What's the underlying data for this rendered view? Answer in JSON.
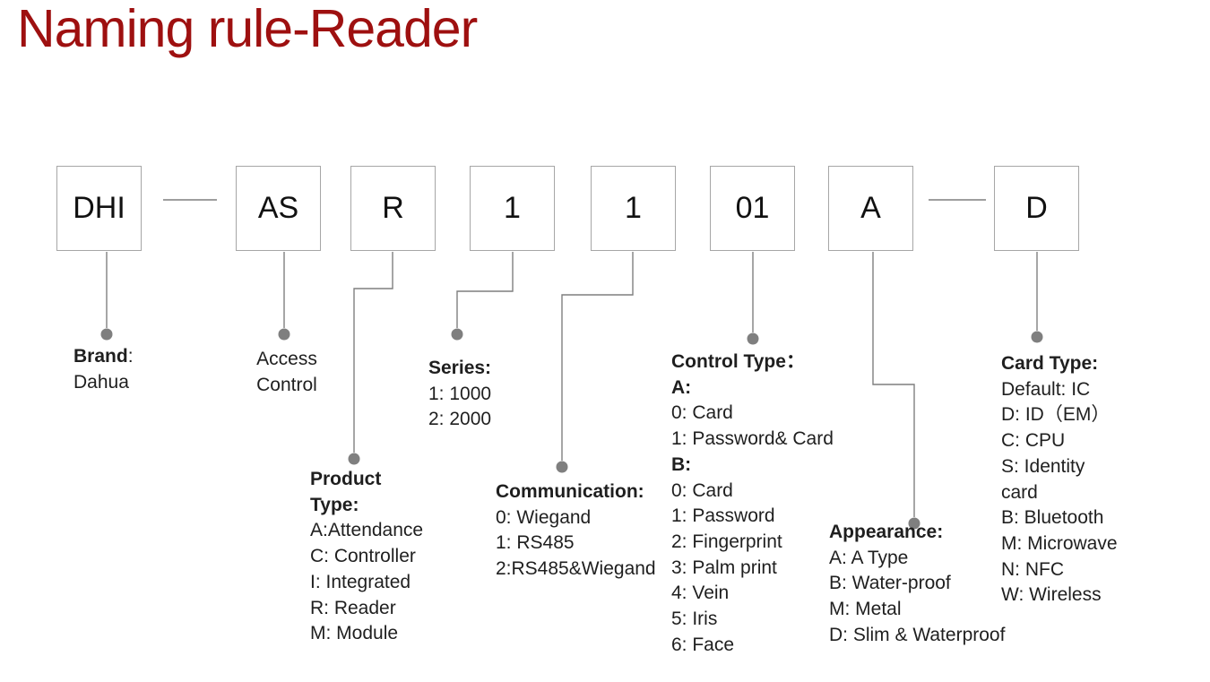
{
  "title": "Naming rule-Reader",
  "colors": {
    "title_red": "#9E1010",
    "box_border": "#A6A6A6",
    "connector_gray": "#7F7F7F",
    "text_dark": "#1F1F1F"
  },
  "code_boxes": [
    {
      "label": "DHI"
    },
    {
      "label": "AS"
    },
    {
      "label": "R"
    },
    {
      "label": "1"
    },
    {
      "label": "1"
    },
    {
      "label": "01"
    },
    {
      "label": "A"
    },
    {
      "label": "D"
    }
  ],
  "sections": [
    {
      "id": "brand",
      "lines": [
        {
          "b": "Brand",
          "n": ":"
        },
        {
          "n": "Dahua"
        }
      ]
    },
    {
      "id": "access",
      "lines": [
        {
          "n": "Access"
        },
        {
          "n": "Control"
        }
      ]
    },
    {
      "id": "series",
      "lines": [
        {
          "b": "Series:"
        },
        {
          "n": "1: 1000"
        },
        {
          "n": "2: 2000"
        }
      ]
    },
    {
      "id": "product_type",
      "lines": [
        {
          "b": "Product"
        },
        {
          "b": "Type:"
        },
        {
          "n": "A:Attendance"
        },
        {
          "n": "C: Controller"
        },
        {
          "n": "I: Integrated"
        },
        {
          "n": "R: Reader"
        },
        {
          "n": "M: Module"
        }
      ]
    },
    {
      "id": "communication",
      "lines": [
        {
          "b": "Communication:"
        },
        {
          "n": "0: Wiegand"
        },
        {
          "n": "1: RS485"
        },
        {
          "n": "2:RS485&Wiegand"
        }
      ]
    },
    {
      "id": "control_type",
      "lines": [
        {
          "b": "Control Type："
        },
        {
          "b": "A:"
        },
        {
          "n": "0: Card"
        },
        {
          "n": "1: Password& Card"
        },
        {
          "b": "B:"
        },
        {
          "n": "0: Card"
        },
        {
          "n": "1: Password"
        },
        {
          "n": "2: Fingerprint"
        },
        {
          "n": "3: Palm print"
        },
        {
          "n": "4: Vein"
        },
        {
          "n": "5: Iris"
        },
        {
          "n": "6: Face"
        }
      ]
    },
    {
      "id": "appearance",
      "lines": [
        {
          "b": "Appearance:"
        },
        {
          "n": "A: A Type"
        },
        {
          "n": "B: Water-proof"
        },
        {
          "n": "M: Metal"
        },
        {
          "n": "D: Slim & Waterproof"
        }
      ]
    },
    {
      "id": "card_type",
      "lines": [
        {
          "b": "Card Type:"
        },
        {
          "n": "Default: IC"
        },
        {
          "n": "D: ID（EM）"
        },
        {
          "n": "C: CPU"
        },
        {
          "n": "S: Identity"
        },
        {
          "n": "card"
        },
        {
          "n": "B: Bluetooth"
        },
        {
          "n": "M: Microwave"
        },
        {
          "n": "N: NFC"
        },
        {
          "n": "W: Wireless"
        }
      ]
    }
  ]
}
